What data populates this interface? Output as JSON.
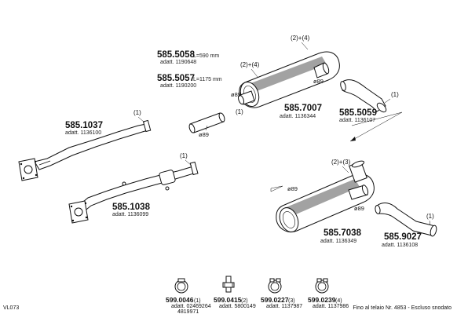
{
  "parts": {
    "p5850046": {
      "number": "599.0046",
      "qty": "(1)",
      "codes": [
        "adatt. 02469264",
        "4819971"
      ]
    },
    "p5990415": {
      "number": "599.0415",
      "qty": "(2)",
      "code": "adatt. 5800149"
    },
    "p5990227": {
      "number": "599.0227",
      "qty": "(3)",
      "code": "adatt. 1137987"
    },
    "p5990239": {
      "number": "599.0239",
      "qty": "(4)",
      "code": "adatt. 1137986"
    },
    "p5851037": {
      "number": "585.1037",
      "code": "adatt. 1136100",
      "qty": "(1)"
    },
    "p5851038": {
      "number": "585.1038",
      "code": "adatt. 1136099",
      "qty": "(1)"
    },
    "p5855058": {
      "number": "585.5058",
      "length": "L=590  mm",
      "code": "adatt. 1190648"
    },
    "p5855057": {
      "number": "585.5057",
      "length": "L=1175  mm",
      "code": "adatt. 1190200",
      "qty": "(1)",
      "dia": "ø89"
    },
    "p5857007": {
      "number": "585.7007",
      "code": "adatt. 1136344",
      "qty_top": "(2)+(4)",
      "qty_mid": "(2)+(4)",
      "dia_left": "ø89",
      "dia_right": "ø89"
    },
    "p5855059": {
      "number": "585.5059",
      "code": "adatt. 1136107",
      "qty": "(1)"
    },
    "p5857038": {
      "number": "585.7038",
      "code": "adatt. 1136349",
      "qty": "(2)+(3)",
      "dia_left": "ø89",
      "dia_right": "ø89"
    },
    "p5859027": {
      "number": "585.9027",
      "code": "adatt. 1136108",
      "qty": "(1)"
    }
  },
  "footer": {
    "left_code": "VL073",
    "note": "Fino al telaio Nr. 4853 - Escluso snodato"
  }
}
